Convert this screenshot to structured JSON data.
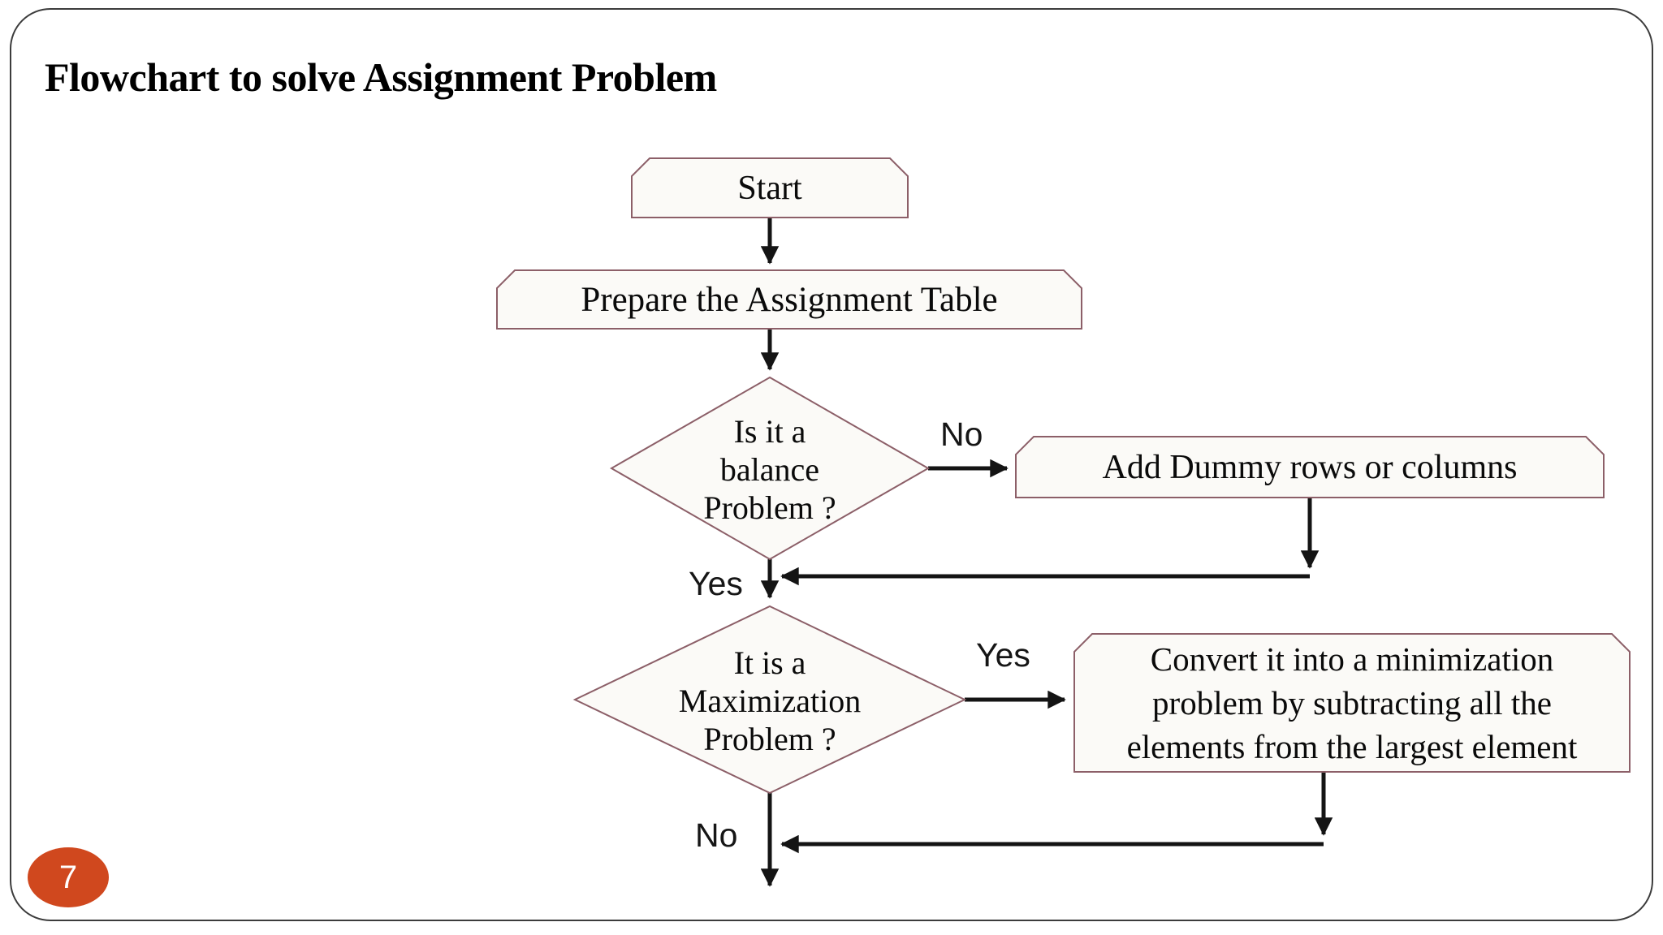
{
  "slide": {
    "title": "Flowchart to solve Assignment Problem",
    "page_number": "7"
  },
  "flowchart": {
    "nodes": {
      "start": {
        "label": "Start"
      },
      "prepare": {
        "label": "Prepare the Assignment Table"
      },
      "balance_decision": {
        "lines": [
          "Is it a",
          "balance",
          "Problem ?"
        ]
      },
      "add_dummy": {
        "label": "Add Dummy rows or columns"
      },
      "maximization_decision": {
        "lines": [
          "It is a",
          "Maximization",
          "Problem ?"
        ]
      },
      "convert": {
        "lines": [
          "Convert it into a minimization",
          "problem by subtracting all the",
          "elements from the largest element"
        ]
      }
    },
    "edge_labels": {
      "balance_no": "No",
      "balance_yes": "Yes",
      "maximization_yes": "Yes",
      "maximization_no": "No"
    }
  },
  "colors": {
    "shape-border": "#8C5F68",
    "box-fill": "#FBFAF7",
    "arrow": "#141414",
    "badge-bg": "#D0481E",
    "badge-text": "#FFFFFF",
    "frame-border": "#3C3C3C",
    "title-text": "#000000",
    "label-text": "#161616"
  }
}
